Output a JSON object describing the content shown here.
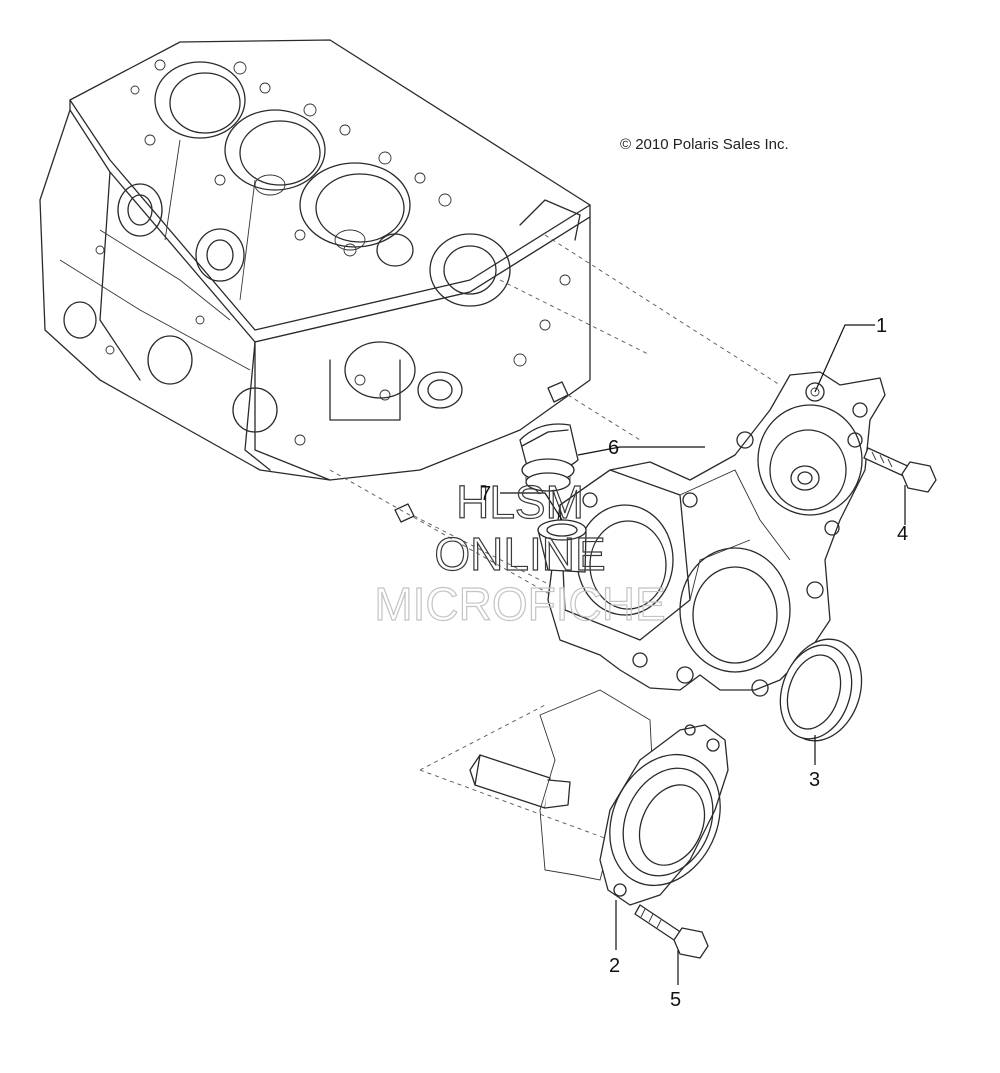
{
  "copyright": "© 2010 Polaris Sales Inc.",
  "watermark": {
    "line1": "HLSM",
    "line2": "ONLINE",
    "line3": "MICROFICHE"
  },
  "callouts": [
    {
      "id": "1",
      "label": "1"
    },
    {
      "id": "2",
      "label": "2"
    },
    {
      "id": "3",
      "label": "3"
    },
    {
      "id": "4",
      "label": "4"
    },
    {
      "id": "5",
      "label": "5"
    },
    {
      "id": "6",
      "label": "6"
    },
    {
      "id": "7",
      "label": "7"
    }
  ]
}
